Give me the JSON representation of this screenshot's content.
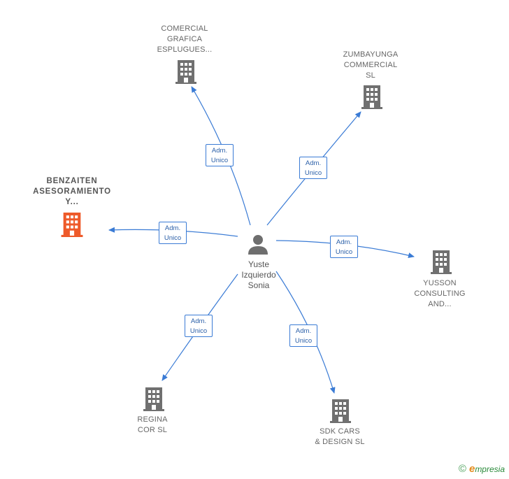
{
  "center": {
    "name_lines": [
      "Yuste",
      "Izquierdo",
      "Sonia"
    ],
    "icon": "person-icon"
  },
  "companies": [
    {
      "id": "comercial-grafica",
      "lines": [
        "COMERCIAL",
        "GRAFICA",
        "ESPLUGUES..."
      ],
      "highlight": false,
      "icon": "building-icon"
    },
    {
      "id": "zumbayunga",
      "lines": [
        "ZUMBAYUNGA",
        "COMMERCIAL",
        "SL"
      ],
      "highlight": false,
      "icon": "building-icon"
    },
    {
      "id": "benzaiten",
      "lines": [
        "BENZAITEN",
        "ASESORAMIENTO",
        "Y..."
      ],
      "highlight": true,
      "icon": "building-icon"
    },
    {
      "id": "yusson",
      "lines": [
        "YUSSON",
        "CONSULTING",
        "AND..."
      ],
      "highlight": false,
      "icon": "building-icon"
    },
    {
      "id": "regina-cor",
      "lines": [
        "REGINA",
        "COR SL"
      ],
      "highlight": false,
      "icon": "building-icon"
    },
    {
      "id": "sdk-cars",
      "lines": [
        "SDK CARS",
        "& DESIGN SL"
      ],
      "highlight": false,
      "icon": "building-icon"
    }
  ],
  "relations": [
    {
      "to": "comercial-grafica",
      "lines": [
        "Adm.",
        "Unico"
      ]
    },
    {
      "to": "zumbayunga",
      "lines": [
        "Adm.",
        "Unico"
      ]
    },
    {
      "to": "benzaiten",
      "lines": [
        "Adm.",
        "Unico"
      ]
    },
    {
      "to": "yusson",
      "lines": [
        "Adm.",
        "Unico"
      ]
    },
    {
      "to": "regina-cor",
      "lines": [
        "Adm.",
        "Unico"
      ]
    },
    {
      "to": "sdk-cars",
      "lines": [
        "Adm.",
        "Unico"
      ]
    }
  ],
  "colors": {
    "edge": "#3a7bd5",
    "building": "#707070",
    "building_highlight": "#ee5a2a",
    "person": "#6e6e6e"
  },
  "footer": {
    "copyright_symbol": "©",
    "brand_initial": "e",
    "brand_rest": "mpresia"
  }
}
